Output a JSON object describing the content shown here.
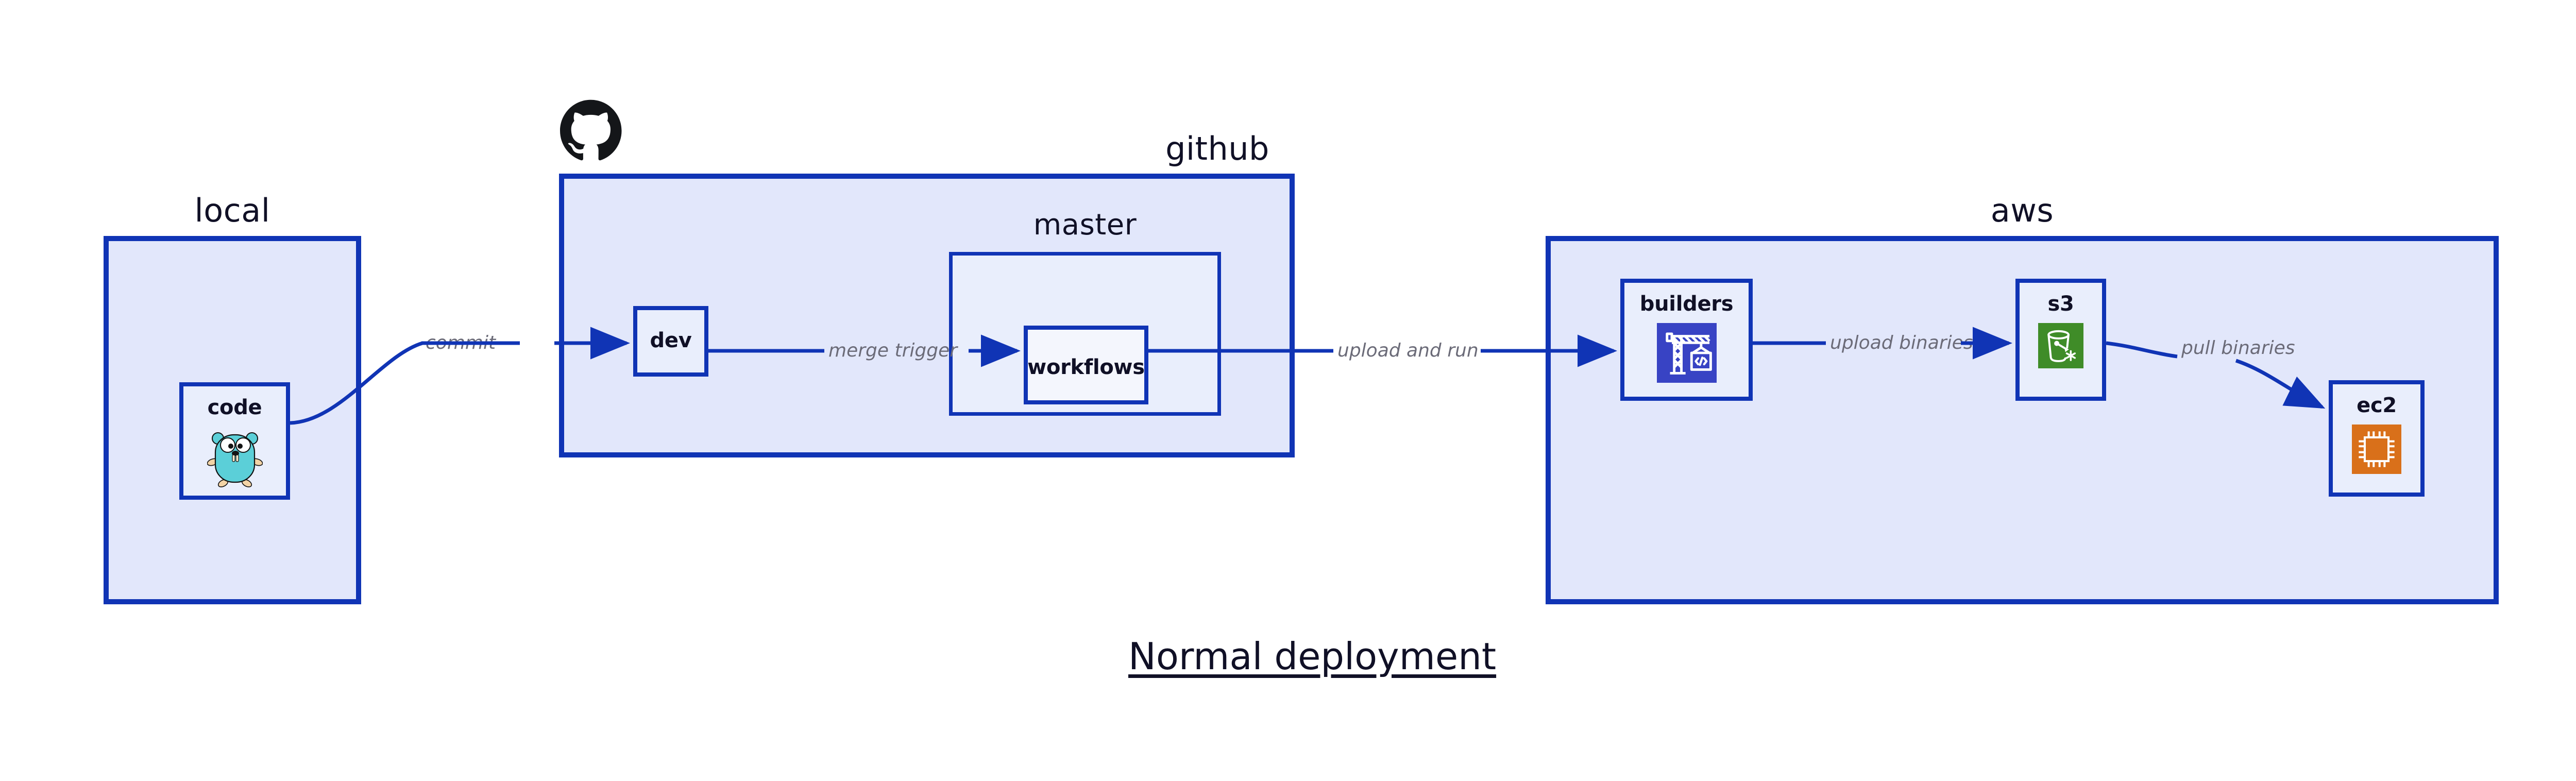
{
  "doc": {
    "title": "Normal deployment"
  },
  "groups": [
    {
      "id": "local",
      "label": "local"
    },
    {
      "id": "github",
      "label": "github"
    },
    {
      "id": "aws",
      "label": "aws"
    }
  ],
  "subgroups": [
    {
      "id": "master",
      "label": "master",
      "parent": "github"
    }
  ],
  "nodes": [
    {
      "id": "code",
      "label": "code",
      "icon": "go-gopher-icon",
      "parent": "local"
    },
    {
      "id": "dev",
      "label": "dev",
      "icon": "none",
      "parent": "github"
    },
    {
      "id": "workflows",
      "label": "workflows",
      "icon": "none",
      "parent": "master"
    },
    {
      "id": "builders",
      "label": "builders",
      "icon": "crane-code-icon",
      "parent": "aws"
    },
    {
      "id": "s3",
      "label": "s3",
      "icon": "s3-bucket-icon",
      "parent": "aws"
    },
    {
      "id": "ec2",
      "label": "ec2",
      "icon": "ec2-chip-icon",
      "parent": "aws"
    }
  ],
  "edges": [
    {
      "id": "commit",
      "label": "commit",
      "from": "code",
      "to": "dev"
    },
    {
      "id": "merge-trigger",
      "label": "merge trigger",
      "from": "dev",
      "to": "workflows"
    },
    {
      "id": "upload-run",
      "label": "upload and run",
      "from": "workflows",
      "to": "builders"
    },
    {
      "id": "upload-bin",
      "label": "upload binaries",
      "from": "builders",
      "to": "s3"
    },
    {
      "id": "pull-bin",
      "label": "pull binaries",
      "from": "s3",
      "to": "ec2"
    }
  ],
  "icons": {
    "github_mark": "github-octocat-icon"
  },
  "colors": {
    "stroke_blue": "#1034b5",
    "group_fill": "#e2e7fb",
    "node_fill": "#e9eefc",
    "label_gray": "#6b6b78",
    "text_dark": "#101026",
    "gopher_cyan": "#5bcfd8",
    "builders_blue": "#3843c4",
    "s3_green": "#3f8c28",
    "ec2_orange": "#d9701a",
    "octocat_black": "#141619"
  }
}
